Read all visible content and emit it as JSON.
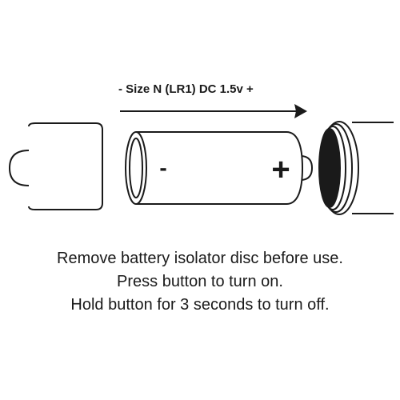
{
  "diagram": {
    "size_label": "- Size N (LR1) DC 1.5v +",
    "minus_label": "-",
    "plus_label": "+",
    "stroke_color": "#1a1a1a"
  },
  "instructions": {
    "line1": "Remove battery isolator disc before use.",
    "line2": "Press button to turn on.",
    "line3": "Hold button for 3 seconds to turn off."
  }
}
